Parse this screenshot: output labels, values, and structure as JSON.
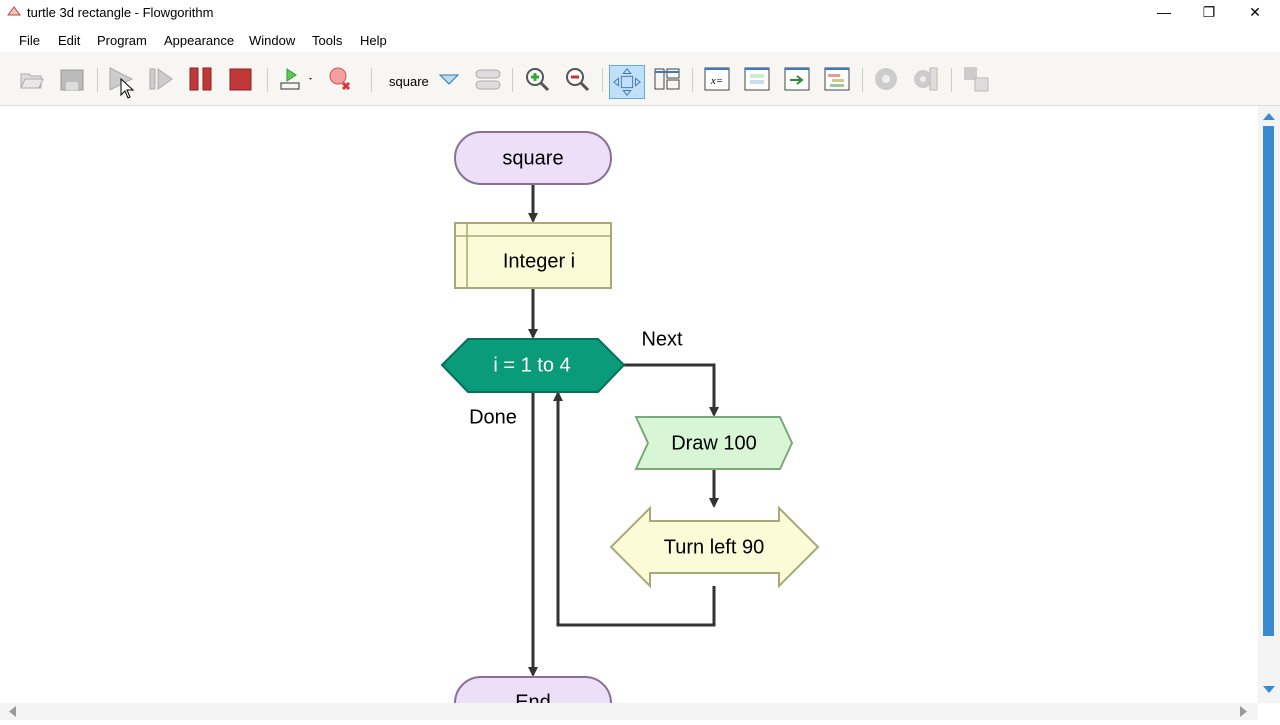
{
  "window": {
    "title": "turtle 3d rectangle - Flowgorithm",
    "controls": [
      "—",
      "❐",
      "✕"
    ]
  },
  "menu": [
    "File",
    "Edit",
    "Program",
    "Appearance",
    "Window",
    "Tools",
    "Help"
  ],
  "toolbar": {
    "function_select": "square",
    "icons": [
      "open-icon",
      "save-icon",
      "run-icon",
      "step-icon",
      "pause-icon",
      "stop-icon",
      "breakpoint-run-icon",
      "clear-breakpoint-icon",
      "function-dropdown-icon",
      "function-manager-icon",
      "zoom-in-icon",
      "zoom-out-icon",
      "layout-icon",
      "panels-icon",
      "variable-watch-icon",
      "console-icon",
      "source-code-icon",
      "chart-icon",
      "record-icon",
      "playback-icon",
      "translate-icon"
    ]
  },
  "flowchart": {
    "start": "square",
    "declare": "Integer i",
    "loop": "i = 1 to 4",
    "loop_next": "Next",
    "loop_done": "Done",
    "call1": "Draw 100",
    "call2": "Turn left 90",
    "end": "End"
  },
  "colors": {
    "loop": "#0a9b7a",
    "terminal": "#ecdff7",
    "declare": "#fbfbd8",
    "call": "#d8f6d6"
  }
}
